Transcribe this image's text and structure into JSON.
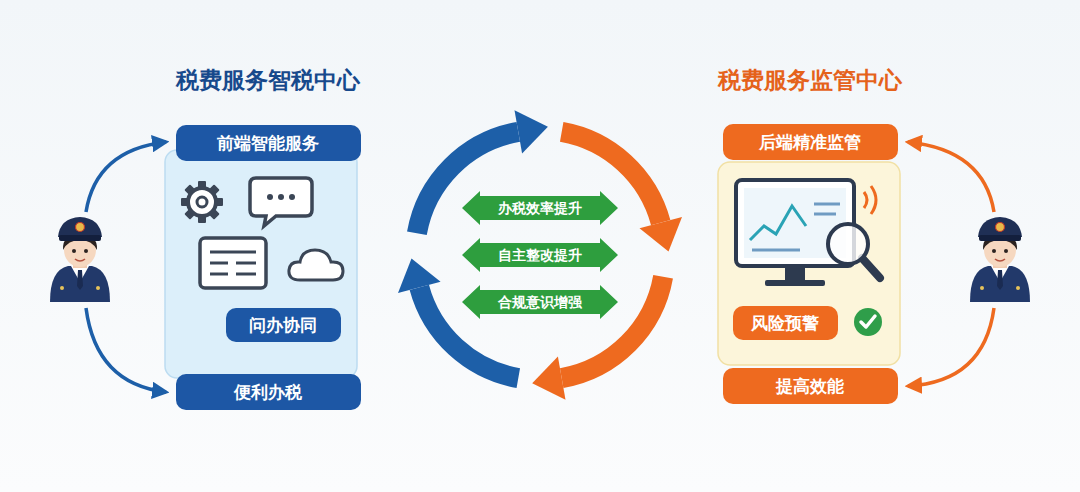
{
  "diagram": {
    "nodes": [
      {
        "text": [
          "税费服务智税中心"
        ]
      },
      {
        "text": [
          "前端智能服务"
        ],
        "in": 0
      },
      {
        "text": [
          "问办协同"
        ],
        "in": 0
      },
      {
        "text": [
          "便利办税"
        ]
      },
      {
        "text": [
          "办税效率提升"
        ]
      },
      {
        "text": [
          "自主整改提升"
        ]
      },
      {
        "text": [
          "合规意识增强"
        ]
      },
      {
        "text": [
          "税费服务监管中心"
        ]
      },
      {
        "text": [
          "后端精准监管"
        ],
        "in": 7
      },
      {
        "text": [
          "风险预警"
        ],
        "in": 7
      },
      {
        "text": [
          "提高效能"
        ]
      }
    ]
  }
}
